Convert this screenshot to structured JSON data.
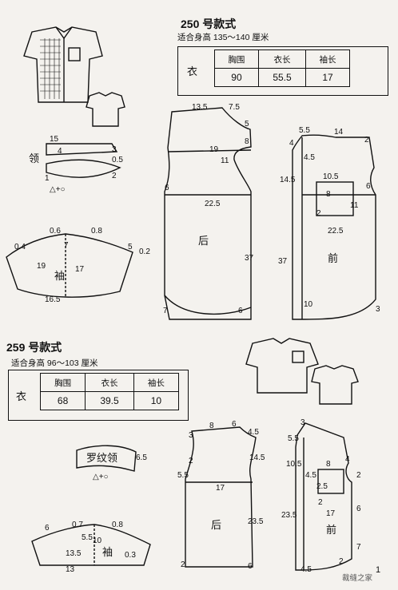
{
  "style250": {
    "title": "250 号款式",
    "subtitle": "适合身高 135～140 厘米",
    "garment": "衣",
    "headers": [
      "胸围",
      "衣长",
      "袖长"
    ],
    "values": [
      "90",
      "55.5",
      "17"
    ],
    "labels": {
      "collar": "领",
      "sleeve": "袖",
      "back": "后",
      "front": "前",
      "sym": "△+○"
    },
    "dims": [
      "13.5",
      "7.5",
      "5",
      "15",
      "4",
      "3",
      "0.5",
      "1",
      "2",
      "19",
      "11",
      "8",
      "6",
      "22.5",
      "37",
      "7",
      "6",
      "0.4",
      "0.6",
      "0.8",
      "5",
      "0.2",
      "7",
      "19",
      "17",
      "16.5",
      "5.5",
      "14",
      "2",
      "4",
      "4.5",
      "14.5",
      "10.5",
      "8",
      "11",
      "22.5",
      "10",
      "6",
      "2",
      "37",
      "3"
    ]
  },
  "style259": {
    "title": "259 号款式",
    "subtitle": "适合身高 96～103 厘米",
    "garment": "衣",
    "headers": [
      "胸围",
      "衣长",
      "袖长"
    ],
    "values": [
      "68",
      "39.5",
      "10"
    ],
    "labels": {
      "collar": "罗纹领",
      "sleeve": "袖",
      "back": "后",
      "front": "前",
      "sym": "△+○"
    },
    "dims": [
      "8",
      "6",
      "4.5",
      "3",
      "2",
      "14.5",
      "5.5",
      "17",
      "23.5",
      "2",
      "6",
      "6",
      "0.7",
      "0.8",
      "5.5",
      "10",
      "13.5",
      "13",
      "0.3",
      "6.5",
      "5.5",
      "3",
      "4",
      "10.5",
      "4.5",
      "2.5",
      "8",
      "2",
      "17",
      "23.5",
      "4.5",
      "2",
      "6",
      "7",
      "2"
    ]
  },
  "page_number": "1",
  "watermark": "裁缝之家"
}
